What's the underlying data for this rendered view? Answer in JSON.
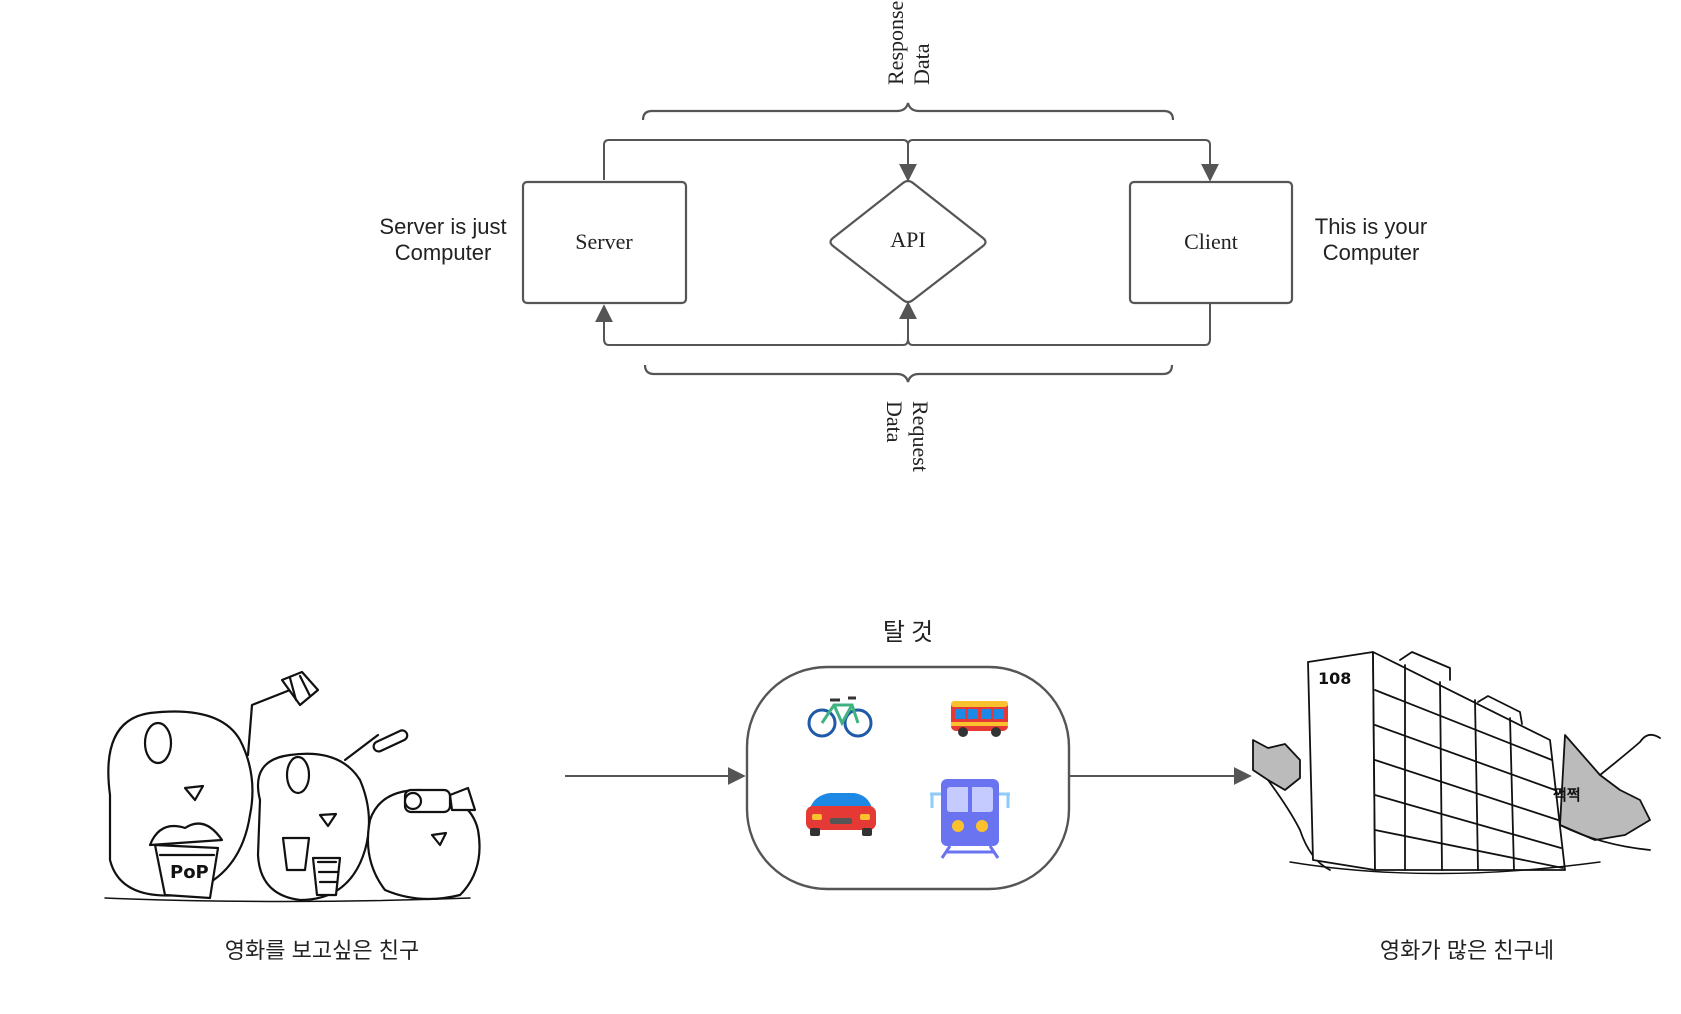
{
  "api_diagram": {
    "server_box": "Server",
    "api_diamond": "API",
    "client_box": "Client",
    "server_note_line1": "Server is just",
    "server_note_line2": "Computer",
    "client_note_line1": "This is your",
    "client_note_line2": "Computer",
    "response_label_line1": "Response",
    "response_label_line2": "Data",
    "request_label_line1": "Request",
    "request_label_line2": "Data"
  },
  "analogy": {
    "transport_title": "탈 것",
    "left_caption": "영화를 보고싶은 친구",
    "right_caption": "영화가 많은 친구네",
    "building_number": "108",
    "building_sfx": "쩍쩍",
    "popcorn_text": "PoP",
    "transport_icons": [
      "bicycle-icon",
      "bus-icon",
      "car-icon",
      "train-icon"
    ]
  },
  "colors": {
    "stroke": "#555555",
    "text": "#222222",
    "bike_frame": "#3fb27f",
    "bus_body": "#e53935",
    "bus_window": "#1e88e5",
    "car_body": "#e53935",
    "car_window": "#1e88e5",
    "train_body": "#6a74f0",
    "train_window": "#c5caff"
  }
}
